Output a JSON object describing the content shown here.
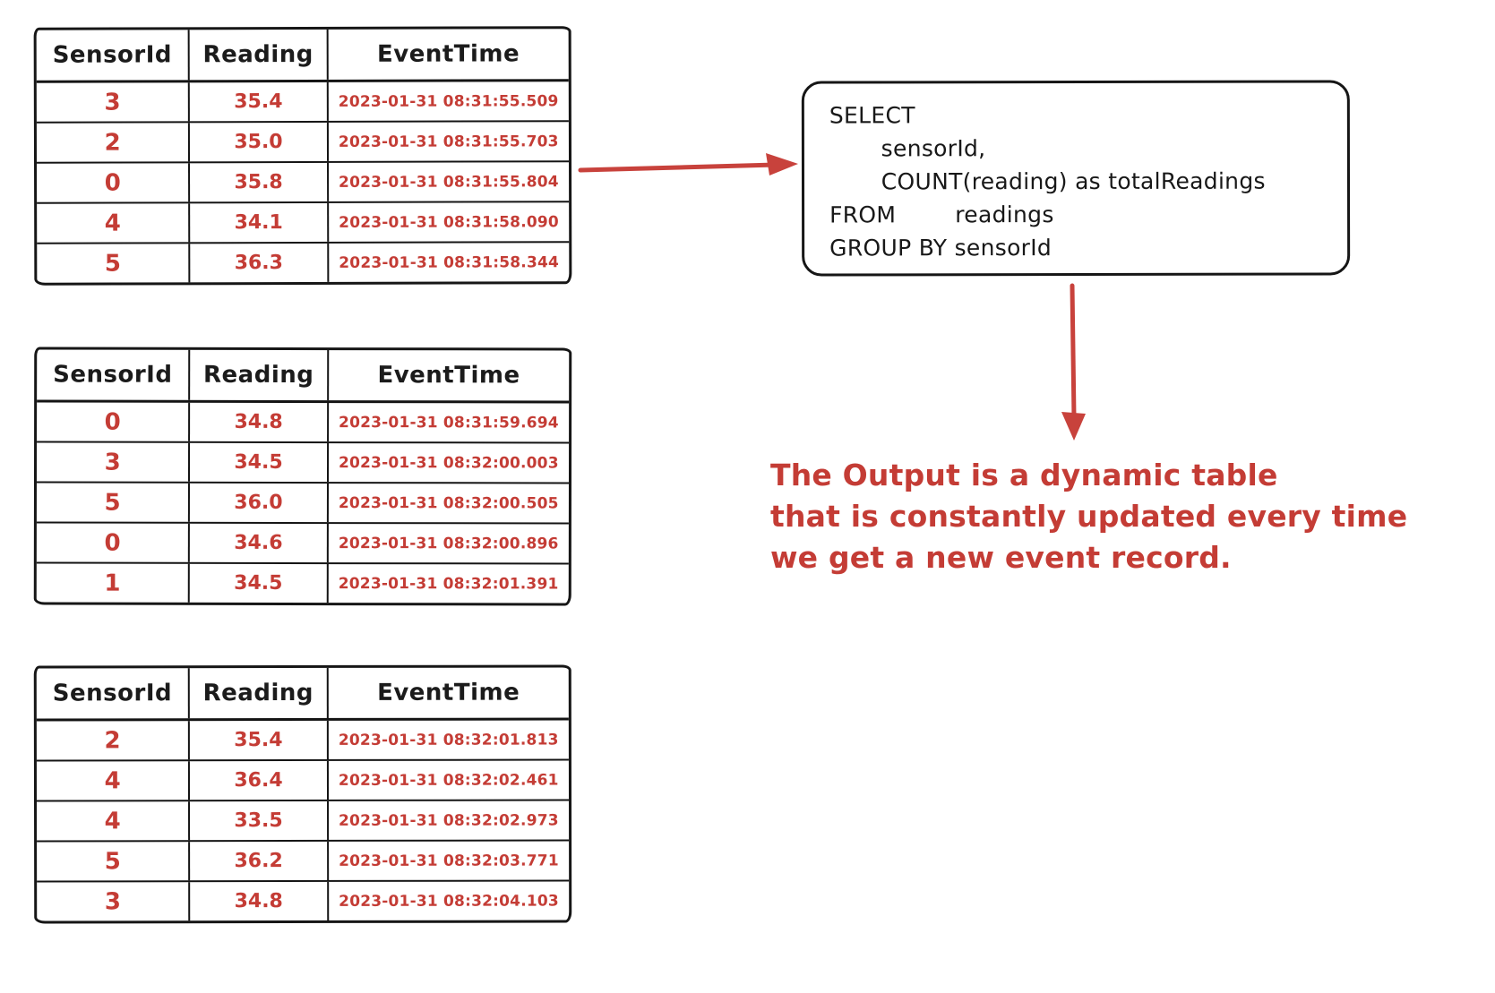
{
  "diagram": {
    "style": "hand-drawn-sketch",
    "background_color": "#ffffff",
    "ink_color": "#1c1c1c",
    "accent_red": "#c43c35"
  },
  "tables": [
    {
      "headers": [
        "SensorId",
        "Reading",
        "EventTime"
      ],
      "rows": [
        [
          "3",
          "35.4",
          "2023-01-31 08:31:55.509"
        ],
        [
          "2",
          "35.0",
          "2023-01-31 08:31:55.703"
        ],
        [
          "0",
          "35.8",
          "2023-01-31 08:31:55.804"
        ],
        [
          "4",
          "34.1",
          "2023-01-31 08:31:58.090"
        ],
        [
          "5",
          "36.3",
          "2023-01-31 08:31:58.344"
        ]
      ]
    },
    {
      "headers": [
        "SensorId",
        "Reading",
        "EventTime"
      ],
      "rows": [
        [
          "0",
          "34.8",
          "2023-01-31 08:31:59.694"
        ],
        [
          "3",
          "34.5",
          "2023-01-31 08:32:00.003"
        ],
        [
          "5",
          "36.0",
          "2023-01-31 08:32:00.505"
        ],
        [
          "0",
          "34.6",
          "2023-01-31 08:32:00.896"
        ],
        [
          "1",
          "34.5",
          "2023-01-31 08:32:01.391"
        ]
      ]
    },
    {
      "headers": [
        "SensorId",
        "Reading",
        "EventTime"
      ],
      "rows": [
        [
          "2",
          "35.4",
          "2023-01-31 08:32:01.813"
        ],
        [
          "4",
          "36.4",
          "2023-01-31 08:32:02.461"
        ],
        [
          "4",
          "33.5",
          "2023-01-31 08:32:02.973"
        ],
        [
          "5",
          "36.2",
          "2023-01-31 08:32:03.771"
        ],
        [
          "3",
          "34.8",
          "2023-01-31 08:32:04.103"
        ]
      ]
    }
  ],
  "sql_box": {
    "lines": [
      "SELECT",
      "       sensorId,",
      "       COUNT(reading) as totalReadings",
      "FROM        readings",
      "GROUP BY sensorId"
    ]
  },
  "note": {
    "lines": [
      "The Output is a dynamic table",
      "that is constantly updated every time",
      "we get a new event record."
    ]
  },
  "icons": {
    "flow_arrow_right": "arrow-right",
    "flow_arrow_down": "arrow-down"
  }
}
